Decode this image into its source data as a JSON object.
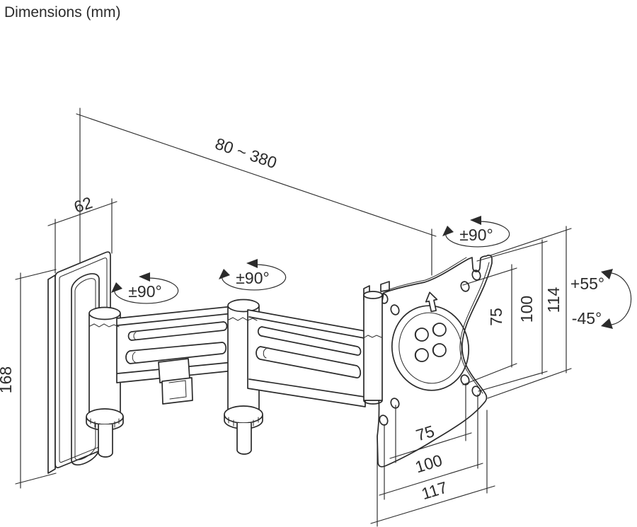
{
  "title": "Dimensions (mm)",
  "units": "mm",
  "labels": {
    "extension_range": "80 ~ 380",
    "wall_plate_width": "62",
    "wall_plate_height": "168",
    "vesa_vertical_75": "75",
    "vesa_vertical_100": "100",
    "plate_height": "114",
    "vesa_horizontal_75": "75",
    "vesa_horizontal_100": "100",
    "plate_width": "117",
    "swivel_wall_joint": "±90°",
    "swivel_mid_joint": "±90°",
    "swivel_plate_joint": "±90°",
    "tilt_up": "+55°",
    "tilt_down": "-45°"
  },
  "colors": {
    "ink": "#2b2b2b",
    "background": "#ffffff"
  }
}
